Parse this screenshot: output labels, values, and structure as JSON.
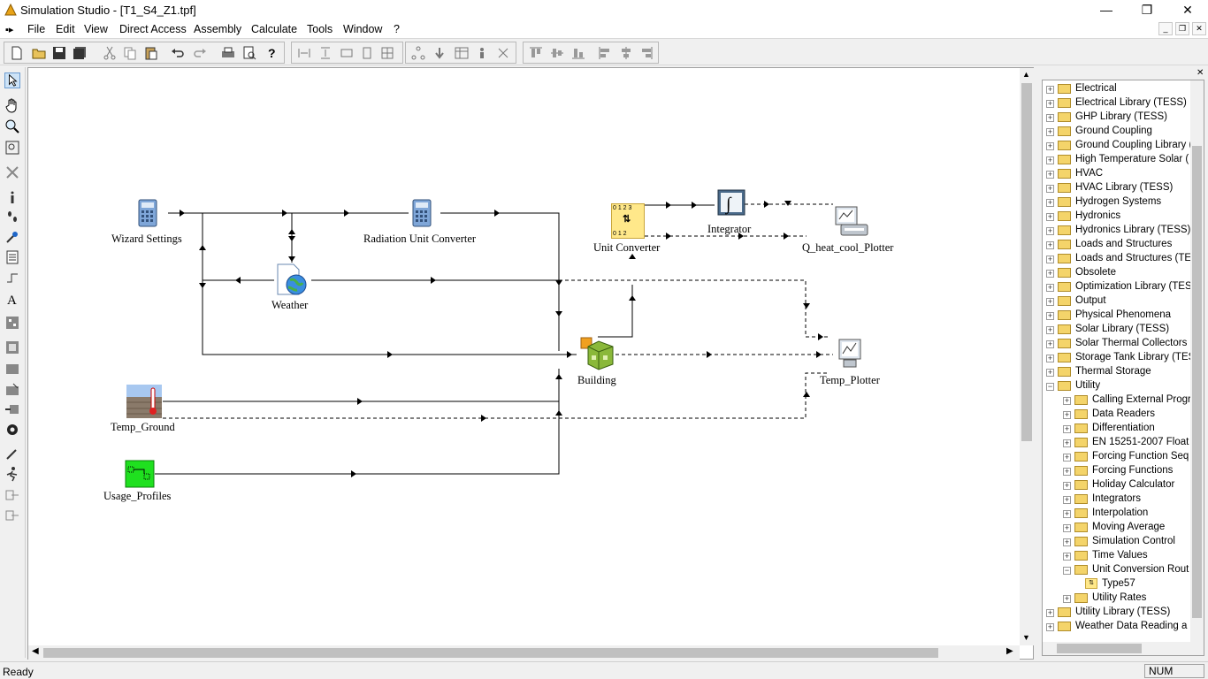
{
  "window": {
    "title": "Simulation Studio - [T1_S4_Z1.tpf]",
    "min": "—",
    "restore": "❐",
    "close": "✕"
  },
  "menu": [
    "File",
    "Edit",
    "View",
    "Direct Access",
    "Assembly",
    "Calculate",
    "Tools",
    "Window",
    "?"
  ],
  "mdi": {
    "min": "_",
    "restore": "❐",
    "close": "✕"
  },
  "components": {
    "wizard_settings": "Wizard Settings",
    "radiation_unit_converter": "Radiation Unit Converter",
    "weather": "Weather",
    "unit_converter": "Unit Converter",
    "integrator": "Integrator",
    "q_plotter": "Q_heat_cool_Plotter",
    "building": "Building",
    "temp_plotter": "Temp_Plotter",
    "temp_ground": "Temp_Ground",
    "usage_profiles": "Usage_Profiles"
  },
  "unit_converter_scale_top": "0 1 2 3",
  "unit_converter_scale_bottom": "0 1 2",
  "tree": {
    "close": "✕",
    "items": [
      {
        "label": "Electrical"
      },
      {
        "label": "Electrical Library (TESS)"
      },
      {
        "label": "GHP Library (TESS)"
      },
      {
        "label": "Ground Coupling"
      },
      {
        "label": "Ground Coupling Library ("
      },
      {
        "label": "High Temperature Solar ("
      },
      {
        "label": "HVAC"
      },
      {
        "label": "HVAC Library (TESS)"
      },
      {
        "label": "Hydrogen Systems"
      },
      {
        "label": "Hydronics"
      },
      {
        "label": "Hydronics Library (TESS)"
      },
      {
        "label": "Loads and Structures"
      },
      {
        "label": "Loads and Structures (TE"
      },
      {
        "label": "Obsolete"
      },
      {
        "label": "Optimization Library (TESS"
      },
      {
        "label": "Output"
      },
      {
        "label": "Physical Phenomena"
      },
      {
        "label": "Solar Library (TESS)"
      },
      {
        "label": "Solar Thermal Collectors"
      },
      {
        "label": "Storage Tank Library (TES"
      },
      {
        "label": "Thermal Storage"
      },
      {
        "label": "Utility"
      },
      {
        "label": "Calling External Progra"
      },
      {
        "label": "Data Readers"
      },
      {
        "label": "Differentiation"
      },
      {
        "label": "EN 15251-2007 Float"
      },
      {
        "label": "Forcing Function Seq"
      },
      {
        "label": "Forcing Functions"
      },
      {
        "label": "Holiday Calculator"
      },
      {
        "label": "Integrators"
      },
      {
        "label": "Interpolation"
      },
      {
        "label": "Moving Average"
      },
      {
        "label": "Simulation Control"
      },
      {
        "label": "Time Values"
      },
      {
        "label": "Unit Conversion Rout"
      },
      {
        "label": "Type57"
      },
      {
        "label": "Utility Rates"
      },
      {
        "label": "Utility Library (TESS)"
      },
      {
        "label": "Weather Data Reading a"
      }
    ]
  },
  "status": {
    "text": "Ready",
    "num": "NUM"
  }
}
